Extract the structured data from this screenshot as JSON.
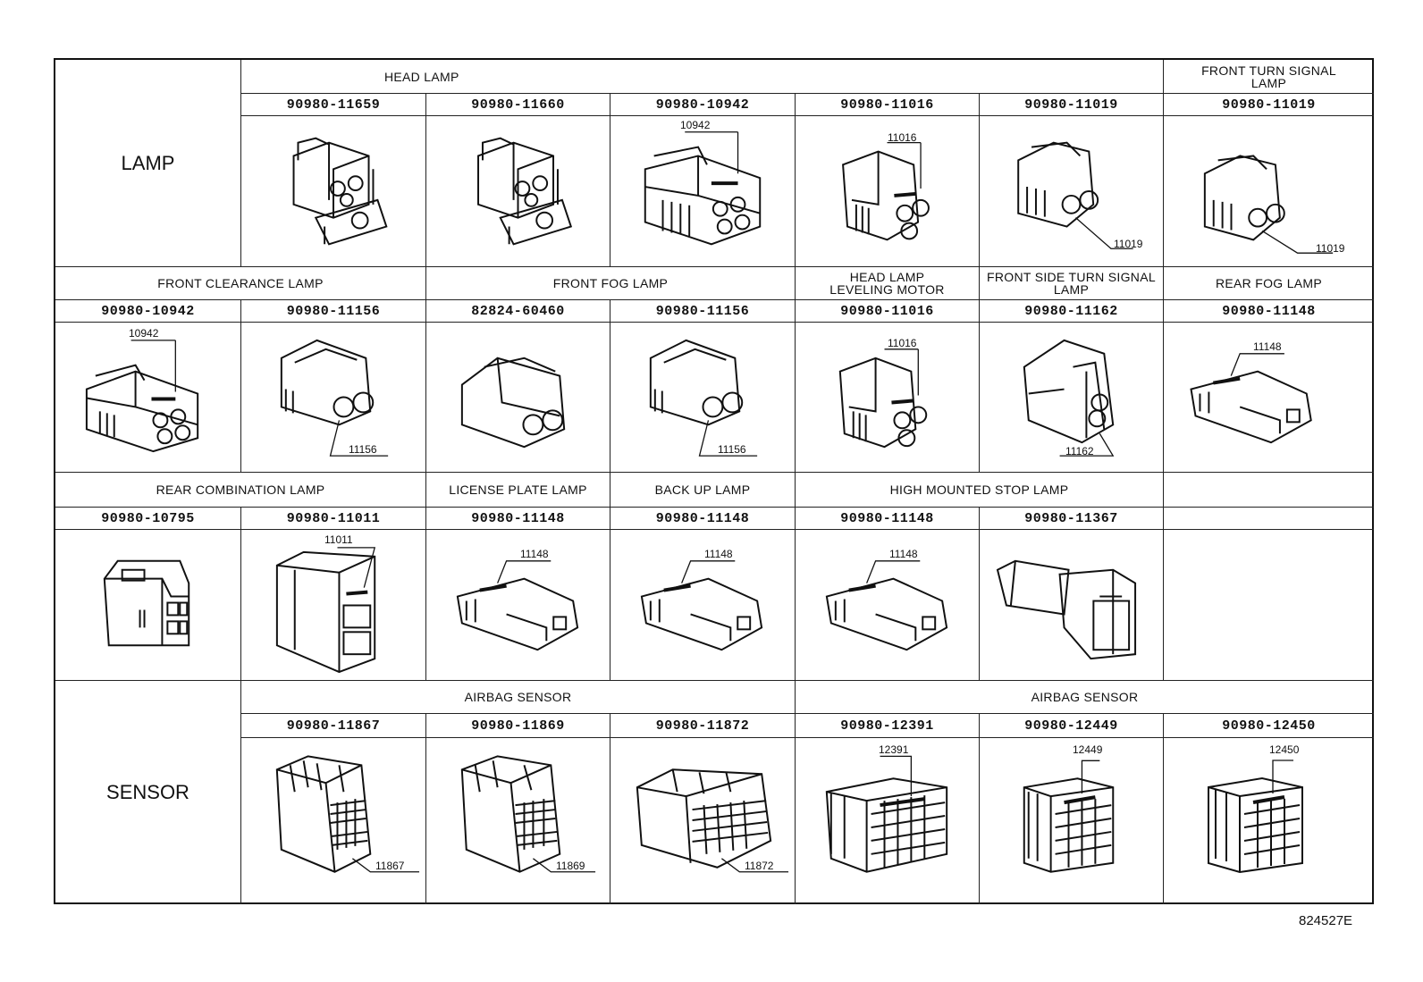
{
  "categories": {
    "lamp": "LAMP",
    "sensor": "SENSOR"
  },
  "headers": {
    "head_lamp": "HEAD LAMP",
    "front_turn_signal_lamp": "FRONT TURN SIGNAL LAMP",
    "front_clearance_lamp": "FRONT CLEARANCE LAMP",
    "front_fog_lamp": "FRONT FOG LAMP",
    "head_lamp_leveling_motor": "HEAD LAMP LEVELING MOTOR",
    "front_side_turn_signal_lamp": "FRONT SIDE TURN SIGNAL LAMP",
    "rear_fog_lamp": "REAR FOG LAMP",
    "rear_combination_lamp": "REAR COMBINATION LAMP",
    "license_plate_lamp": "LICENSE PLATE LAMP",
    "back_up_lamp": "BACK UP LAMP",
    "high_mounted_stop_lamp": "HIGH MOUNTED STOP LAMP",
    "airbag_sensor_1": "AIRBAG SENSOR",
    "airbag_sensor_2": "AIRBAG SENSOR"
  },
  "rows": {
    "row1": [
      "90980-11659",
      "90980-11660",
      "90980-10942",
      "90980-11016",
      "90980-11019",
      "90980-11019"
    ],
    "row2": [
      "90980-10942",
      "90980-11156",
      "82824-60460",
      "90980-11156",
      "90980-11016",
      "90980-11162",
      "90980-11148"
    ],
    "row3": [
      "90980-10795",
      "90980-11011",
      "90980-11148",
      "90980-11148",
      "90980-11148",
      "90980-11367"
    ],
    "row4": [
      "90980-11867",
      "90980-11869",
      "90980-11872",
      "90980-12391",
      "90980-12449",
      "90980-12450"
    ]
  },
  "callouts": {
    "row1": [
      "",
      "",
      "10942",
      "11016",
      "11019",
      "11019"
    ],
    "row2": [
      "10942",
      "11156",
      "",
      "11156",
      "11016",
      "11162",
      "11148"
    ],
    "row3": [
      "",
      "11011",
      "11148",
      "11148",
      "11148",
      ""
    ],
    "row4": [
      "11867",
      "11869",
      "11872",
      "12391",
      "12449",
      "12450"
    ]
  },
  "footer": {
    "figure_code": "824527E"
  }
}
